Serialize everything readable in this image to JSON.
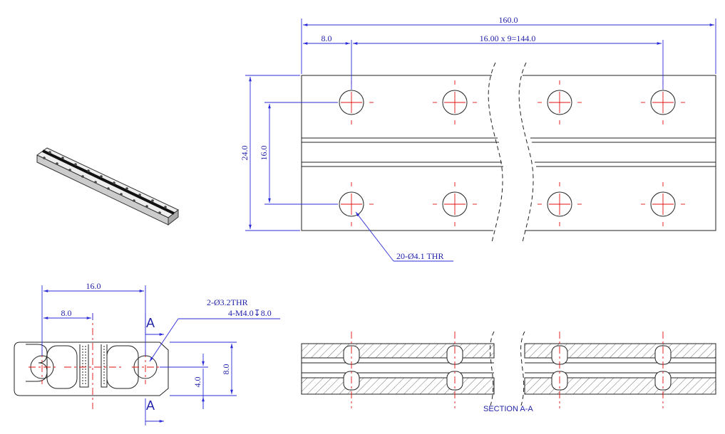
{
  "drawing": {
    "top_view": {
      "overall_length": "160.0",
      "end_offset": "8.0",
      "pitch": "16.00 x 9=144.0",
      "height": "24.0",
      "hole_spacing": "16.0",
      "hole_callout": "20-Ø4.1 THR"
    },
    "end_view": {
      "width": "16.0",
      "center": "8.0",
      "height": "8.0",
      "half_height": "4.0",
      "hole_callout_line1": "2-Ø3.2THR",
      "hole_callout_line2": "4-M4.0↧8.0",
      "section_mark_top": "A",
      "section_mark_bottom": "A"
    },
    "section": {
      "label": "SECTION A-A"
    }
  }
}
